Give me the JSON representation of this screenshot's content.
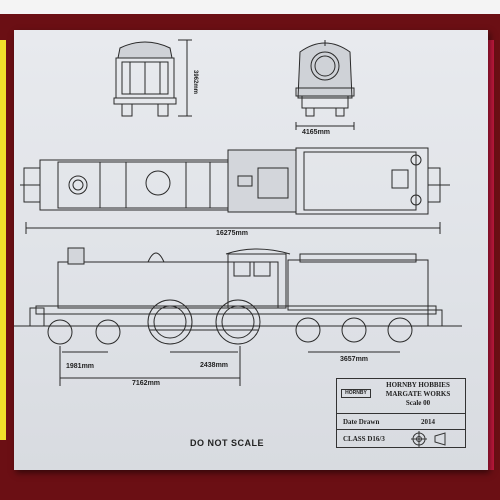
{
  "dimensions": {
    "height": "3962mm",
    "width": "4165mm",
    "overall_length": "16275mm",
    "wheel_a": "1981mm",
    "wheel_b": "2438mm",
    "tender": "3657mm",
    "base": "7162mm"
  },
  "title_block": {
    "logo": "HORNBY",
    "company": "HORNBY HOBBIES",
    "works": "MARGATE WORKS",
    "scale": "Scale 00",
    "date_label": "Date Drawn",
    "date_value": "2014",
    "class_label": "CLASS D16/3"
  },
  "note": "DO NOT SCALE",
  "colors": {
    "paper": "#e3e6ea",
    "line": "#2a2a2a",
    "frame": "#6b0f14"
  }
}
